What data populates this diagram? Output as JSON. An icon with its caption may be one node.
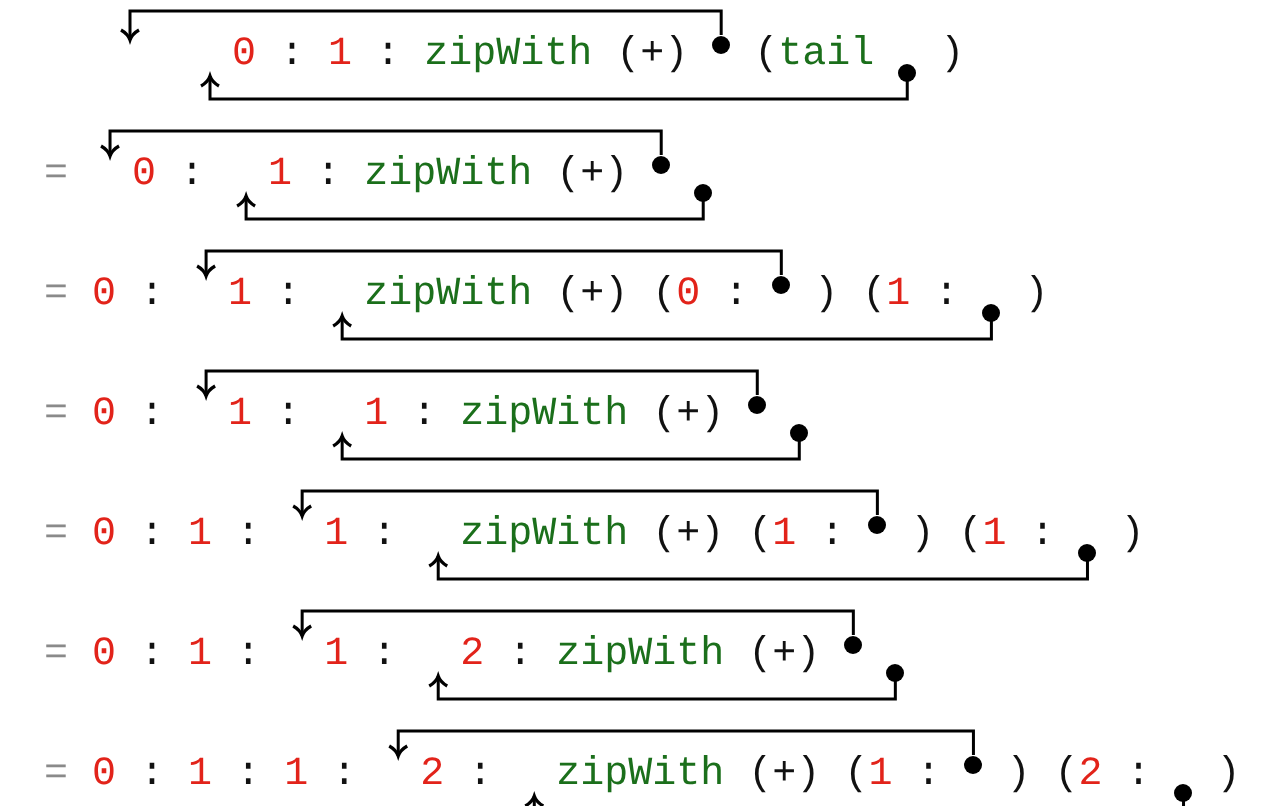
{
  "diagram": {
    "nodes": [
      {
        "text": [
          "0"
        ]
      },
      {
        "text": [],
        "shape": "circle"
      },
      {
        "text": [],
        "shape": "circle"
      },
      {
        "text": [
          "0"
        ]
      },
      {
        "text": [
          "1"
        ]
      },
      {
        "text": [],
        "shape": "circle"
      },
      {
        "text": [],
        "shape": "circle"
      },
      {
        "text": [
          "1"
        ]
      },
      {
        "text": [
          "zipWith"
        ]
      },
      {
        "text": [],
        "shape": "circle"
      },
      {
        "text": [],
        "shape": "circle"
      },
      {
        "text": [
          "1"
        ]
      },
      {
        "text": [
          "1"
        ]
      },
      {
        "text": [],
        "shape": "circle"
      },
      {
        "text": [],
        "shape": "circle"
      },
      {
        "text": [
          "1"
        ]
      },
      {
        "text": [
          "zipWith"
        ]
      },
      {
        "text": [],
        "shape": "circle"
      },
      {
        "text": [],
        "shape": "circle"
      },
      {
        "text": [
          "1"
        ]
      },
      {
        "text": [
          "2"
        ]
      },
      {
        "text": [],
        "shape": "circle"
      },
      {
        "text": [],
        "shape": "circle"
      },
      {
        "text": [
          "2"
        ]
      },
      {
        "text": [
          "zipWith"
        ]
      },
      {
        "text": [],
        "shape": "circle"
      },
      {
        "text": [],
        "shape": "circle"
      }
    ],
    "edges": [
      {
        "from": 1,
        "to": null,
        "arrow": "to"
      },
      {
        "from": 2,
        "to": 0,
        "arrow": "to"
      },
      {
        "from": 5,
        "to": 3,
        "arrow": "to"
      },
      {
        "from": 6,
        "to": 4,
        "arrow": "to"
      },
      {
        "from": 9,
        "to": 7,
        "arrow": "to"
      },
      {
        "from": 10,
        "to": 8,
        "arrow": "to"
      },
      {
        "from": 13,
        "to": 11,
        "arrow": "to"
      },
      {
        "from": 14,
        "to": 12,
        "arrow": "to"
      },
      {
        "from": 17,
        "to": 15,
        "arrow": "to"
      },
      {
        "from": 18,
        "to": 16,
        "arrow": "to"
      },
      {
        "from": 21,
        "to": 19,
        "arrow": "to"
      },
      {
        "from": 22,
        "to": 20,
        "arrow": "to"
      },
      {
        "from": 25,
        "to": 23,
        "arrow": "to"
      },
      {
        "from": 26,
        "to": 24,
        "arrow": "to"
      }
    ],
    "labels": [
      ":",
      "1",
      ":",
      "zipWith",
      "(+)",
      "(",
      "tail",
      ")",
      "=",
      ":",
      ":",
      "zipWith",
      "(+)",
      "=",
      "0",
      ":",
      ":",
      "(+)",
      "(",
      "0",
      ":",
      ") (",
      "1",
      ":",
      ")",
      "=",
      "0",
      ":",
      ":",
      ":",
      "zipWith",
      "(+)",
      "=",
      "0",
      ":",
      "1",
      ":",
      ":",
      "(+)",
      "(",
      "1",
      ":",
      ") (",
      "1",
      ":",
      ")",
      "=",
      "0",
      ":",
      "1",
      ":",
      ":",
      ":",
      "zipWith",
      "(+)",
      "=",
      "0",
      ":",
      "1",
      ":",
      "1",
      ":",
      ":",
      "(+)",
      "(",
      "1",
      ":",
      ") (",
      "2",
      ":",
      ")"
    ]
  }
}
